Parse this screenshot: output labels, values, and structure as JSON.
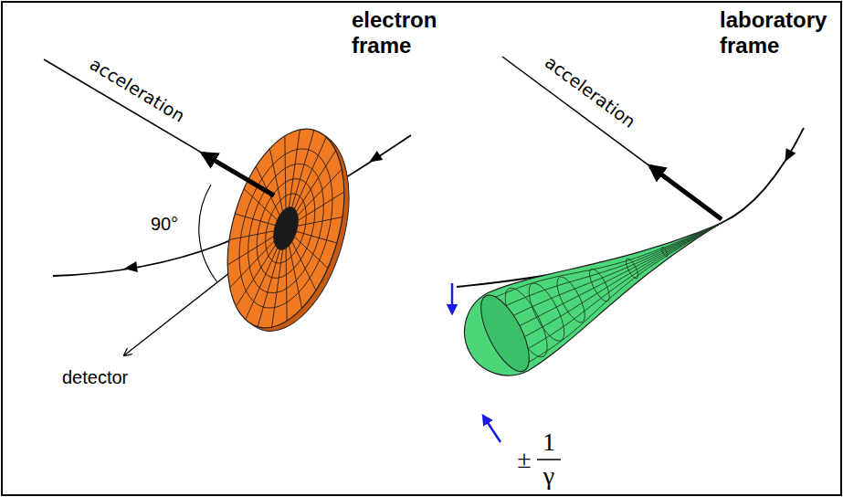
{
  "diagram": {
    "labels": [
      "electron frame",
      "laboratory frame",
      "acceleration",
      "acceleration",
      "90°",
      "detector",
      "±",
      "1",
      "γ"
    ]
  }
}
